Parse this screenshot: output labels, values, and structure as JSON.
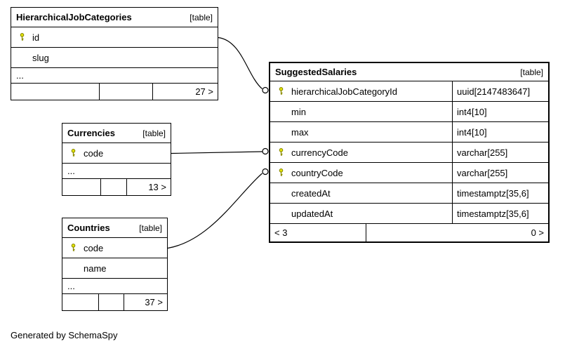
{
  "diagram": {
    "generator_note": "Generated by SchemaSpy"
  },
  "tables": {
    "hierarchicalJobCategories": {
      "title": "HierarchicalJobCategories",
      "type_label": "[table]",
      "columns": [
        {
          "name": "id",
          "primary_key": true
        },
        {
          "name": "slug",
          "primary_key": false
        },
        {
          "name": "...",
          "primary_key": false
        }
      ],
      "footer": {
        "right": "27 >"
      }
    },
    "currencies": {
      "title": "Currencies",
      "type_label": "[table]",
      "columns": [
        {
          "name": "code",
          "primary_key": true
        },
        {
          "name": "...",
          "primary_key": false
        }
      ],
      "footer": {
        "right": "13 >"
      }
    },
    "countries": {
      "title": "Countries",
      "type_label": "[table]",
      "columns": [
        {
          "name": "code",
          "primary_key": true
        },
        {
          "name": "name",
          "primary_key": false
        },
        {
          "name": "...",
          "primary_key": false
        }
      ],
      "footer": {
        "right": "37 >"
      }
    },
    "suggestedSalaries": {
      "title": "SuggestedSalaries",
      "type_label": "[table]",
      "columns": [
        {
          "name": "hierarchicalJobCategoryId",
          "type": "uuid[2147483647]",
          "primary_key": true
        },
        {
          "name": "min",
          "type": "int4[10]",
          "primary_key": false
        },
        {
          "name": "max",
          "type": "int4[10]",
          "primary_key": false
        },
        {
          "name": "currencyCode",
          "type": "varchar[255]",
          "primary_key": true
        },
        {
          "name": "countryCode",
          "type": "varchar[255]",
          "primary_key": true
        },
        {
          "name": "createdAt",
          "type": "timestamptz[35,6]",
          "primary_key": false
        },
        {
          "name": "updatedAt",
          "type": "timestamptz[35,6]",
          "primary_key": false
        }
      ],
      "footer": {
        "left": "< 3",
        "right": "0 >"
      }
    }
  },
  "relationships": [
    {
      "from": "HierarchicalJobCategories.id",
      "to": "SuggestedSalaries.hierarchicalJobCategoryId"
    },
    {
      "from": "Currencies.code",
      "to": "SuggestedSalaries.currencyCode"
    },
    {
      "from": "Countries.code",
      "to": "SuggestedSalaries.countryCode"
    }
  ],
  "colors": {
    "key_fill": "#e6e600",
    "key_stroke": "#8a8a00",
    "line": "#000000"
  }
}
